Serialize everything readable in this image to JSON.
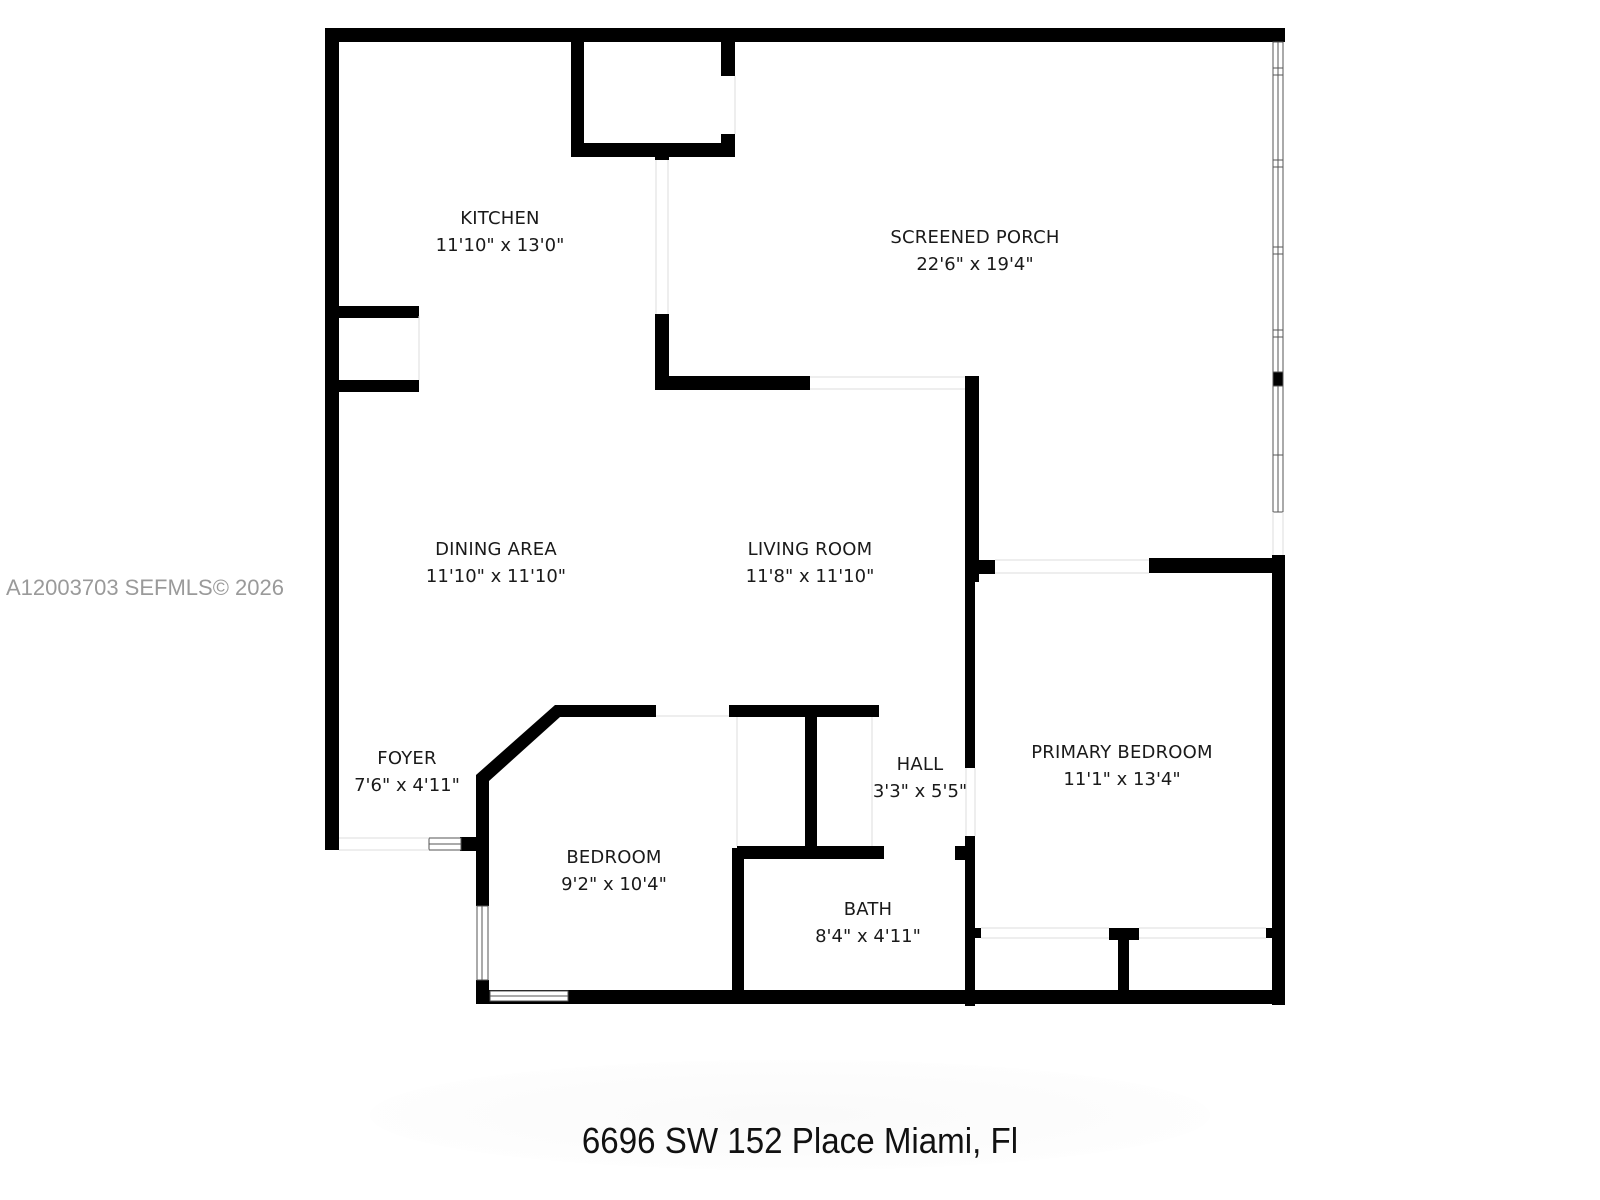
{
  "watermark": "A12003703  SEFMLS© 2026",
  "address": "6696 SW 152 Place Miami, Fl",
  "colors": {
    "wall": "#000000",
    "text": "#1a1a1a",
    "watermark": "#9a9a9a",
    "background": "#ffffff"
  },
  "rooms": [
    {
      "name": "KITCHEN",
      "dimensions": "11'10\" x 13'0\""
    },
    {
      "name": "SCREENED PORCH",
      "dimensions": "22'6\" x 19'4\""
    },
    {
      "name": "DINING AREA",
      "dimensions": "11'10\" x 11'10\""
    },
    {
      "name": "LIVING ROOM",
      "dimensions": "11'8\" x 11'10\""
    },
    {
      "name": "FOYER",
      "dimensions": "7'6\" x 4'11\""
    },
    {
      "name": "HALL",
      "dimensions": "3'3\" x 5'5\""
    },
    {
      "name": "PRIMARY BEDROOM",
      "dimensions": "11'1\" x 13'4\""
    },
    {
      "name": "BEDROOM",
      "dimensions": "9'2\" x 10'4\""
    },
    {
      "name": "BATH",
      "dimensions": "8'4\" x 4'11\""
    }
  ]
}
